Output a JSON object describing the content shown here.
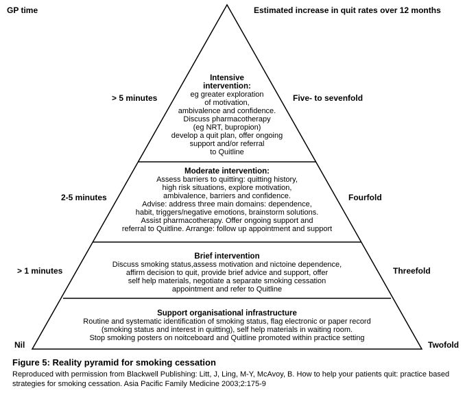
{
  "headers": {
    "left": "GP time",
    "right": "Estimated increase in quit rates over 12 months"
  },
  "tiers": [
    {
      "title_lines": [
        "Intensive",
        "intervention:"
      ],
      "body_lines": [
        "eg greater exploration",
        "of motivation,",
        "ambivalence and confidence.",
        "Discuss pharmacotherapy",
        "(eg NRT, bupropion)",
        "develop a quit plan, offer ongoing",
        "support and/or referral",
        "to Quitline"
      ],
      "time": "> 5 minutes",
      "increase": "Five- to sevenfold"
    },
    {
      "title_lines": [
        "Moderate intervention:"
      ],
      "body_lines": [
        "Assess barriers to quitting: quitting history,",
        "high risk situations, explore motivation,",
        "ambivalence, barriers and confidence.",
        "Advise: address three main domains: dependence,",
        "habit, triggers/negative emotions, brainstorm solutions.",
        "Assist pharmacotherapy. Offer ongoing support and",
        "referral to Quitline. Arrange: follow up appointment and support"
      ],
      "time": "2-5 minutes",
      "increase": "Fourfold"
    },
    {
      "title_lines": [
        "Brief intervention"
      ],
      "body_lines": [
        "Discuss smoking status,assess motivation and nictoine dependence,",
        "affirm decision to quit, provide brief advice and support, offer",
        "self help materials, negotiate a separate smoking cessation",
        "appointment and refer to Quitline"
      ],
      "time": "> 1 minutes",
      "increase": "Threefold"
    },
    {
      "title_lines": [
        "Support organisational infrastructure"
      ],
      "body_lines": [
        "Routine and systematic identification of smoking status, flag electronic or paper record",
        "(smoking status and interest in quitting), self help materials in waiting room.",
        "Stop smoking posters on noitceboard and Quitline promoted within practice setting"
      ],
      "time": "Nil",
      "increase": "Twofold"
    }
  ],
  "caption": {
    "title": "Figure 5: Reality pyramid for smoking cessation",
    "text": "Reproduced with permission from Blackwell Publishing: Litt, J, Ling, M-Y, McAvoy, B. How to help your patients quit: practice based strategies for smoking cessation. Asia Pacific Family Medicine 2003;2:175-9"
  }
}
